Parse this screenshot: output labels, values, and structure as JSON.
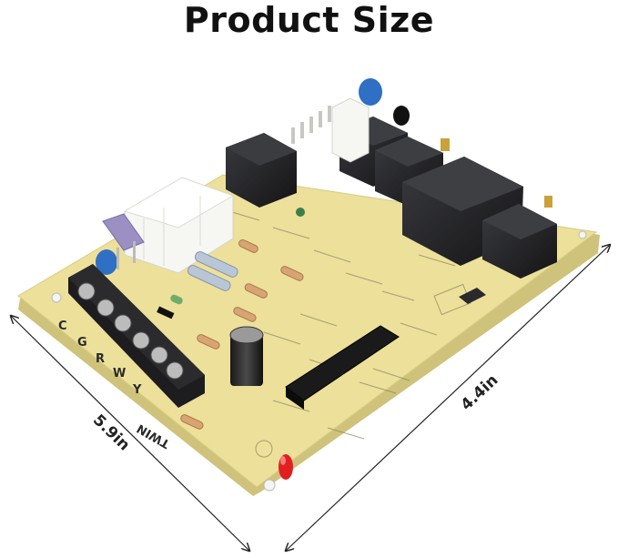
{
  "title": "Product Size",
  "dimensions": {
    "width_label": "5.9in",
    "depth_label": "4.4in"
  },
  "terminal_labels": [
    "C",
    "G",
    "R",
    "W",
    "Y"
  ],
  "board_text": {
    "twin_label": "TWIN"
  },
  "colors": {
    "board": "#ece09a",
    "board_edge": "#cfc27a",
    "relay": "#202124",
    "terminal_block": "#1d1d1f",
    "connector": "#f5f5f2",
    "capacitor_blue": "#2f6fc4",
    "led_red": "#e02020",
    "fuse_purple": "#9c8fc4"
  }
}
